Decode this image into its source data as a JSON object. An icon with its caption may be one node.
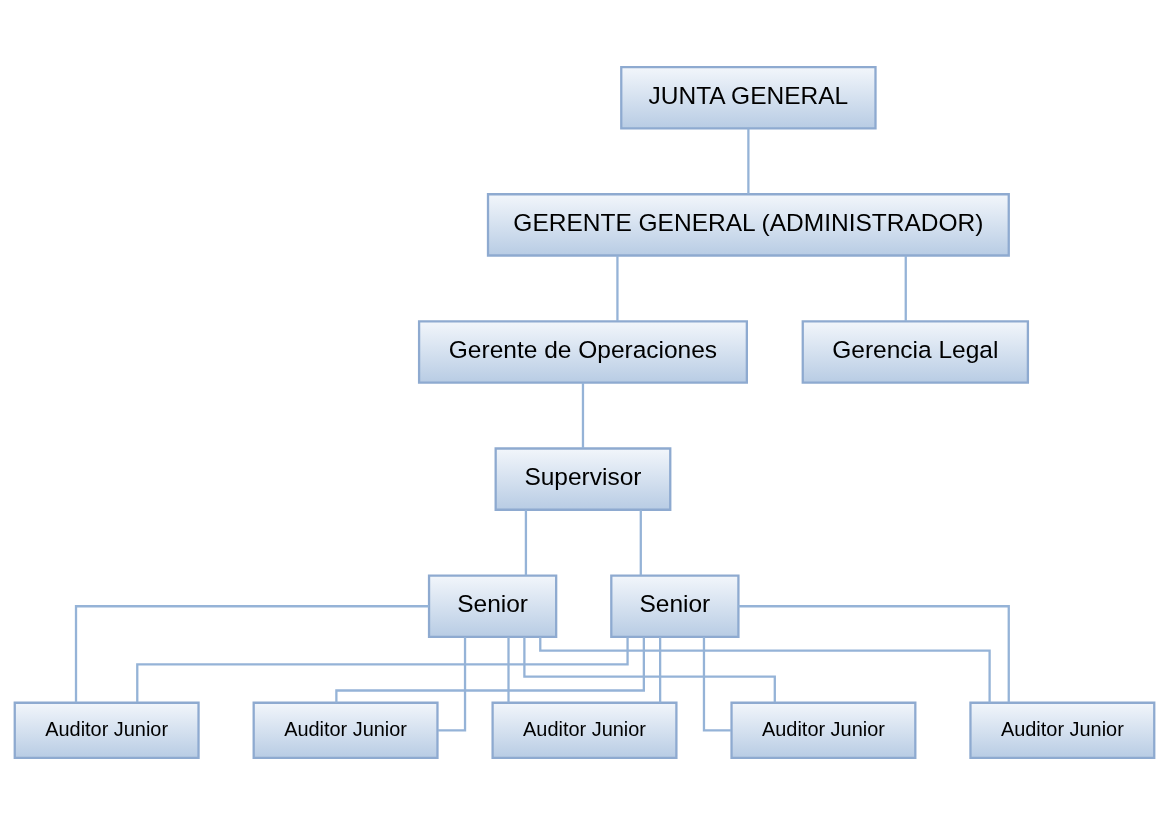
{
  "diagram": {
    "nodes": [
      {
        "text": [
          "JUNTA GENERAL"
        ]
      },
      {
        "text": [
          "GERENTE GENERAL (ADMINISTRADOR)"
        ]
      },
      {
        "text": [
          "Gerente de Operaciones"
        ]
      },
      {
        "text": [
          "Gerencia Legal"
        ]
      },
      {
        "text": [
          "Supervisor"
        ]
      },
      {
        "text": [
          "Senior"
        ]
      },
      {
        "text": [
          "Senior"
        ]
      },
      {
        "text": [
          "Auditor Junior"
        ]
      },
      {
        "text": [
          "Auditor Junior"
        ]
      },
      {
        "text": [
          "Auditor Junior"
        ]
      },
      {
        "text": [
          "Auditor Junior"
        ]
      },
      {
        "text": [
          "Auditor Junior"
        ]
      }
    ],
    "edges": [
      {
        "from": 0,
        "to": 1,
        "arrow": "none"
      },
      {
        "from": 1,
        "to": 2,
        "arrow": "none"
      },
      {
        "from": 1,
        "to": 3,
        "arrow": "none"
      },
      {
        "from": 2,
        "to": 4,
        "arrow": "none"
      },
      {
        "from": 4,
        "to": 5,
        "arrow": "none"
      },
      {
        "from": 4,
        "to": 6,
        "arrow": "none"
      },
      {
        "from": 5,
        "to": 7,
        "arrow": "none"
      },
      {
        "from": 5,
        "to": 8,
        "arrow": "none"
      },
      {
        "from": 5,
        "to": 9,
        "arrow": "none"
      },
      {
        "from": 5,
        "to": 10,
        "arrow": "none"
      },
      {
        "from": 5,
        "to": 11,
        "arrow": "none"
      },
      {
        "from": 6,
        "to": 7,
        "arrow": "none"
      },
      {
        "from": 6,
        "to": 8,
        "arrow": "none"
      },
      {
        "from": 6,
        "to": 9,
        "arrow": "none"
      },
      {
        "from": 6,
        "to": 10,
        "arrow": "none"
      },
      {
        "from": 6,
        "to": 11,
        "arrow": "none"
      }
    ]
  }
}
